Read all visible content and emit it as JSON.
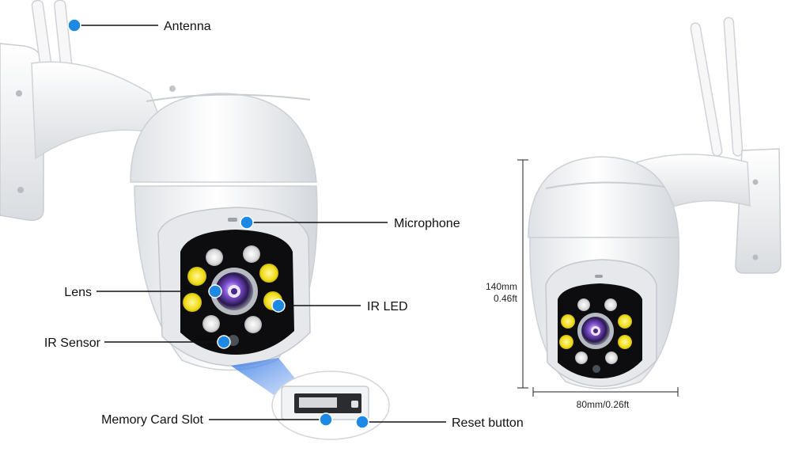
{
  "labels": {
    "antenna": "Antenna",
    "microphone": "Microphone",
    "lens": "Lens",
    "ir_led": "IR LED",
    "ir_sensor": "IR Sensor",
    "memory_card_slot": "Memory Card Slot",
    "reset_button": "Reset button"
  },
  "dimensions": {
    "height_mm": "140mm",
    "height_ft": "0.46ft",
    "width": "80mm/0.26ft"
  },
  "colors": {
    "marker": "#1e88e5",
    "led_yellow": "#f3e21a",
    "led_white": "#eeeeee",
    "camera_body": "#f4f5f7",
    "face_black": "#0d0d0f",
    "lens_purple": "#6b3fb5"
  }
}
